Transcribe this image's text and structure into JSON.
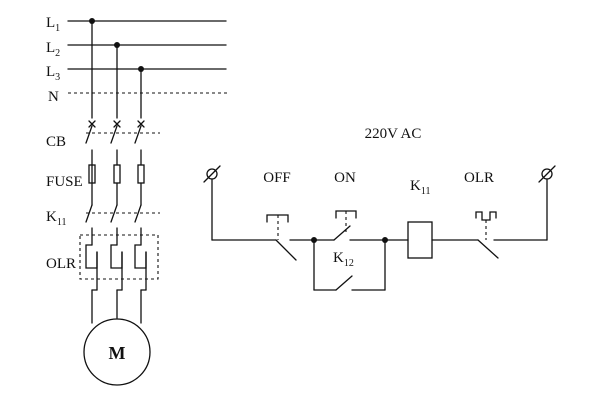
{
  "power_circuit": {
    "lines": [
      {
        "base": "L",
        "sub": "1"
      },
      {
        "base": "L",
        "sub": "2"
      },
      {
        "base": "L",
        "sub": "3"
      },
      {
        "base": "N",
        "sub": ""
      }
    ],
    "cb_label": "CB",
    "fuse_label": "FUSE",
    "contactor_label": {
      "base": "K",
      "sub": "11"
    },
    "olr_label": "OLR",
    "motor_label": "M"
  },
  "control_circuit": {
    "supply_label": "220V AC",
    "off_label": "OFF",
    "on_label": "ON",
    "coil_label": {
      "base": "K",
      "sub": "11"
    },
    "olr_label": "OLR",
    "aux_contact_label": {
      "base": "K",
      "sub": "12"
    }
  }
}
